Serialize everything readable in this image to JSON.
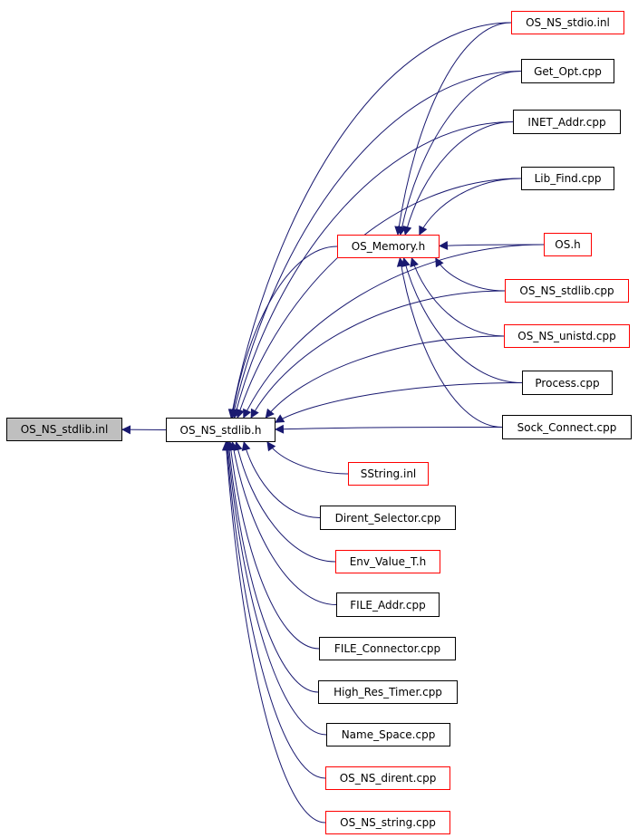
{
  "diagram": {
    "edge_color": "#191970",
    "link_border_color": "#ff0000",
    "plain_border_color": "#000000",
    "root_fill": "#bfbfbf",
    "nodes": {
      "root": "OS_NS_stdlib.inl",
      "hub": "OS_NS_stdlib.h",
      "memory": "OS_Memory.h",
      "stdio_inl": "OS_NS_stdio.inl",
      "get_opt": "Get_Opt.cpp",
      "inet_addr": "INET_Addr.cpp",
      "lib_find": "Lib_Find.cpp",
      "os_h": "OS.h",
      "stdlib_cpp": "OS_NS_stdlib.cpp",
      "unistd_cpp": "OS_NS_unistd.cpp",
      "process": "Process.cpp",
      "sock_connect": "Sock_Connect.cpp",
      "sstring": "SString.inl",
      "dirent_selector": "Dirent_Selector.cpp",
      "env_value": "Env_Value_T.h",
      "file_addr": "FILE_Addr.cpp",
      "file_connector": "FILE_Connector.cpp",
      "high_res_timer": "High_Res_Timer.cpp",
      "name_space": "Name_Space.cpp",
      "dirent_cpp": "OS_NS_dirent.cpp",
      "string_cpp": "OS_NS_string.cpp"
    },
    "edges": [
      [
        "hub",
        "root"
      ],
      [
        "stdio_inl",
        "hub"
      ],
      [
        "get_opt",
        "hub"
      ],
      [
        "inet_addr",
        "hub"
      ],
      [
        "lib_find",
        "hub"
      ],
      [
        "os_h",
        "hub"
      ],
      [
        "memory",
        "hub"
      ],
      [
        "stdlib_cpp",
        "hub"
      ],
      [
        "unistd_cpp",
        "hub"
      ],
      [
        "process",
        "hub"
      ],
      [
        "sock_connect",
        "hub"
      ],
      [
        "sstring",
        "hub"
      ],
      [
        "dirent_selector",
        "hub"
      ],
      [
        "env_value",
        "hub"
      ],
      [
        "file_addr",
        "hub"
      ],
      [
        "file_connector",
        "hub"
      ],
      [
        "high_res_timer",
        "hub"
      ],
      [
        "name_space",
        "hub"
      ],
      [
        "dirent_cpp",
        "hub"
      ],
      [
        "string_cpp",
        "hub"
      ],
      [
        "stdio_inl",
        "memory"
      ],
      [
        "get_opt",
        "memory"
      ],
      [
        "inet_addr",
        "memory"
      ],
      [
        "lib_find",
        "memory"
      ],
      [
        "os_h",
        "memory"
      ],
      [
        "stdlib_cpp",
        "memory"
      ],
      [
        "unistd_cpp",
        "memory"
      ],
      [
        "process",
        "memory"
      ],
      [
        "sock_connect",
        "memory"
      ]
    ]
  }
}
